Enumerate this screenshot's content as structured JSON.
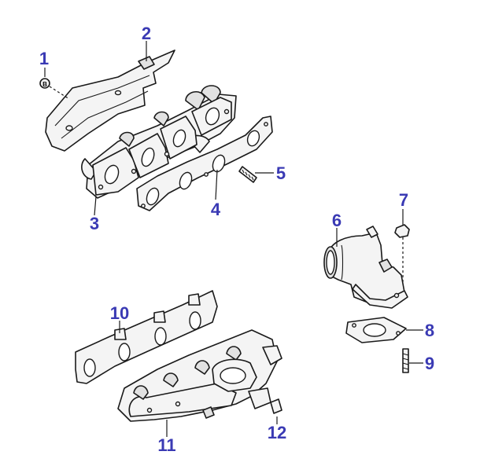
{
  "colors": {
    "callout": "#3a3ab4",
    "line": "#1a1a1a",
    "background": "#ffffff"
  },
  "callouts": {
    "c1": "1",
    "c2": "2",
    "c3": "3",
    "c4": "4",
    "c5": "5",
    "c6": "6",
    "c7": "7",
    "c8": "8",
    "c9": "9",
    "c10": "10",
    "c11": "11",
    "c12": "12"
  },
  "nut_symbol": "B"
}
